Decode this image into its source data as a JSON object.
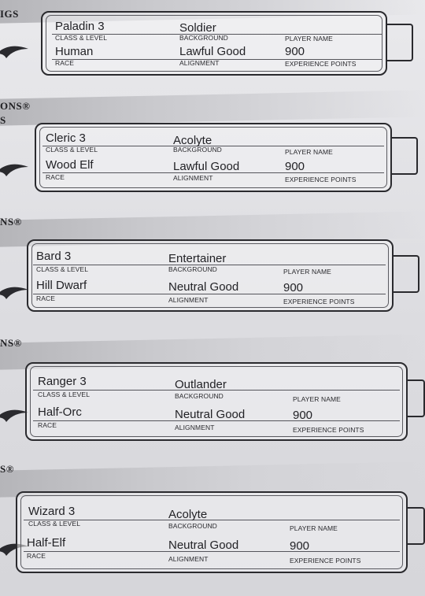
{
  "labels": {
    "class_level": "CLASS & LEVEL",
    "background": "BACKGROUND",
    "player_name": "PLAYER NAME",
    "race": "RACE",
    "alignment": "ALIGNMENT",
    "experience_points": "EXPERIENCE POINTS"
  },
  "cards": [
    {
      "corner_text": "IGS",
      "class_level": "Paladin 3",
      "background": "Soldier",
      "race": "Human",
      "alignment": "Lawful Good",
      "experience_points": "900"
    },
    {
      "corner_text": "ONS® S",
      "class_level": "Cleric 3",
      "background": "Acolyte",
      "race": "Wood Elf",
      "alignment": "Lawful Good",
      "experience_points": "900"
    },
    {
      "corner_text": "NS®",
      "class_level": "Bard 3",
      "background": "Entertainer",
      "race": "Hill Dwarf",
      "alignment": "Neutral Good",
      "experience_points": "900"
    },
    {
      "corner_text": "NS®",
      "class_level": "Ranger 3",
      "background": "Outlander",
      "race": "Half-Orc",
      "alignment": "Neutral Good",
      "experience_points": "900"
    },
    {
      "corner_text": "S®",
      "class_level": "Wizard 3",
      "background": "Acolyte",
      "race": "Half-Elf",
      "alignment": "Neutral Good",
      "experience_points": "900"
    }
  ]
}
